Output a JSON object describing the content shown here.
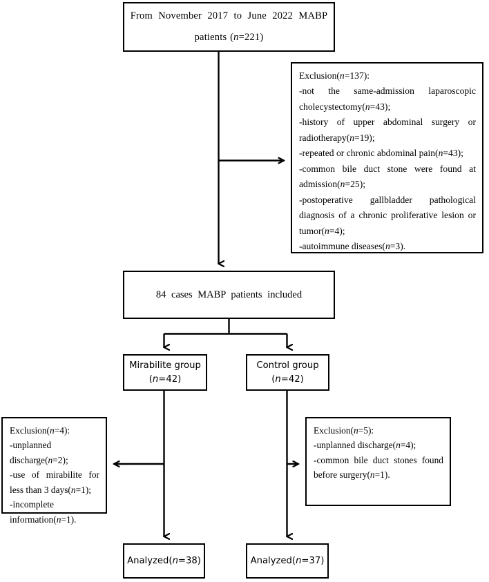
{
  "diagram": {
    "title": "MABP patient enrollment flow diagram",
    "type": "flowchart",
    "stroke_color": "#000000",
    "background_color": "#ffffff"
  },
  "source_box": {
    "line1": "From November 2017 to June 2022 MABP",
    "line2_pre": "patients  (",
    "line2_italic": "n",
    "line2_post": "=221)"
  },
  "exclusion_main": {
    "heading_pre": "Exclusion(",
    "heading_italic": "n",
    "heading_post": "=137):",
    "items": [
      {
        "text_pre": "-not the same-admission laparoscopic cholecystectomy(",
        "italic": "n",
        "text_post": "=43);"
      },
      {
        "text_pre": "-history of upper abdominal surgery or radiotherapy(",
        "italic": "n",
        "text_post": "=19);"
      },
      {
        "text_pre": "-repeated or chronic abdominal pain(",
        "italic": "n",
        "text_post": "=43);"
      },
      {
        "text_pre": "-common bile duct stone were found at admission(",
        "italic": "n",
        "text_post": "=25);"
      },
      {
        "text_pre": "-postoperative gallbladder pathological diagnosis of a chronic proliferative lesion or tumor(",
        "italic": "n",
        "text_post": "=4);"
      },
      {
        "text_pre": "-autoimmune diseases(",
        "italic": "n",
        "text_post": "=3)."
      }
    ]
  },
  "included_box": {
    "label": "84  cases  MABP  patients  included"
  },
  "mirabilite_group": {
    "label": "Mirabilite group",
    "count_pre": "(",
    "count_italic": "n",
    "count_post": "=42)"
  },
  "control_group": {
    "label": "Control group",
    "count_pre": "(",
    "count_italic": "n",
    "count_post": "=42)"
  },
  "exclusion_left": {
    "heading_pre": "Exclusion(",
    "heading_italic": "n",
    "heading_post": "=4):",
    "items": [
      {
        "text_pre": "-unplanned discharge(",
        "italic": "n",
        "text_post": "=2);"
      },
      {
        "text_pre": "-use of mirabilite for less than 3 days(",
        "italic": "n",
        "text_post": "=1);"
      },
      {
        "text_pre": "-incomplete information(",
        "italic": "n",
        "text_post": "=1)."
      }
    ]
  },
  "exclusion_right": {
    "heading_pre": "Exclusion(",
    "heading_italic": "n",
    "heading_post": "=5):",
    "items": [
      {
        "text_pre": "-unplanned discharge(",
        "italic": "n",
        "text_post": "=4);"
      },
      {
        "text_pre": "-common bile duct stones found before surgery(",
        "italic": "n",
        "text_post": "=1)."
      }
    ]
  },
  "analyzed_left": {
    "label_pre": "Analyzed(",
    "label_italic": "n",
    "label_post": "=38)"
  },
  "analyzed_right": {
    "label_pre": "Analyzed(",
    "label_italic": "n",
    "label_post": "=37)"
  }
}
